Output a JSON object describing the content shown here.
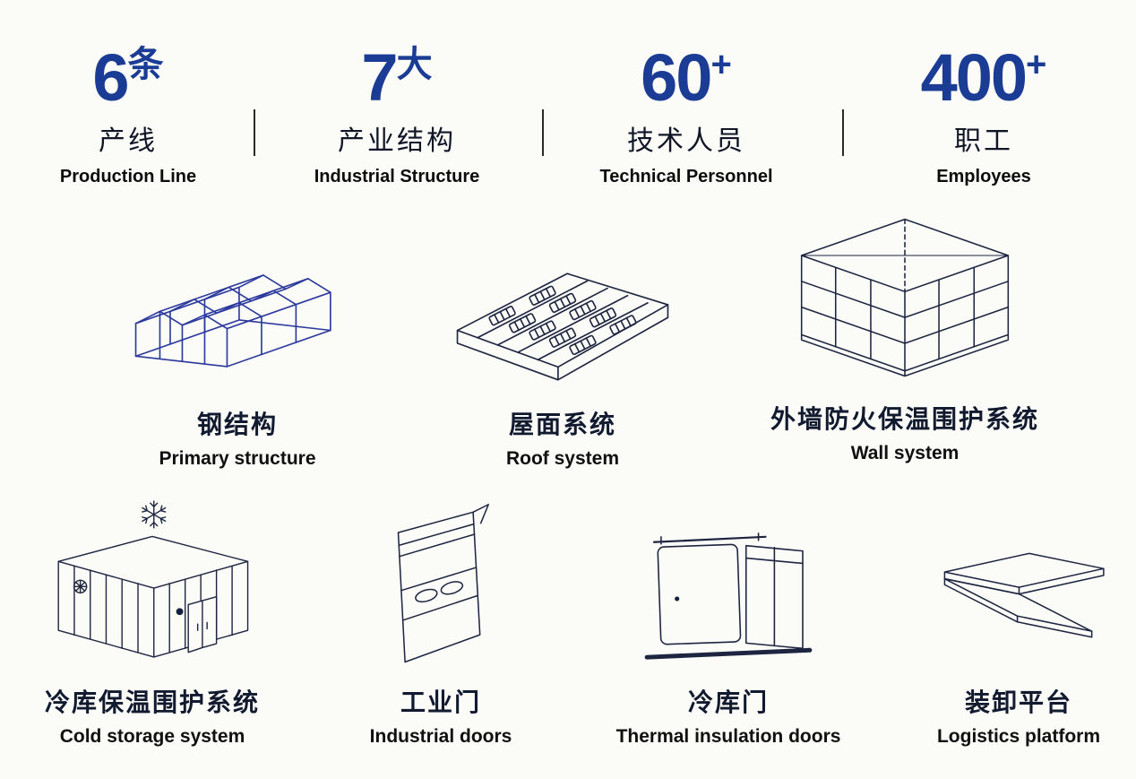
{
  "stats": {
    "number_color": "#1b3c94",
    "label_color": "#101626",
    "items": [
      {
        "number": "6",
        "unit": "条",
        "zh": "产线",
        "en": "Production Line"
      },
      {
        "number": "7",
        "unit": "大",
        "zh": "产业结构",
        "en": "Industrial Structure"
      },
      {
        "number": "60",
        "unit": "+",
        "zh": "技术人员",
        "en": "Technical Personnel"
      },
      {
        "number": "400",
        "unit": "+",
        "zh": "职工",
        "en": "Employees"
      }
    ]
  },
  "products": {
    "line_color": "#1d2540",
    "steel_color": "#2b3a9c",
    "background": "#fbfbf8",
    "row1": [
      {
        "zh": "钢结构",
        "en": "Primary structure",
        "icon": "steel-structure-icon"
      },
      {
        "zh": "屋面系统",
        "en": "Roof system",
        "icon": "roof-system-icon"
      },
      {
        "zh": "外墙防火保温围护系统",
        "en": "Wall system",
        "icon": "wall-system-icon"
      }
    ],
    "row2": [
      {
        "zh": "冷库保温围护系统",
        "en": "Cold storage system",
        "icon": "cold-storage-icon"
      },
      {
        "zh": "工业门",
        "en": "Industrial doors",
        "icon": "industrial-door-icon"
      },
      {
        "zh": "冷库门",
        "en": "Thermal insulation doors",
        "icon": "cold-room-door-icon"
      },
      {
        "zh": "装卸平台",
        "en": "Logistics platform",
        "icon": "dock-leveler-icon"
      }
    ]
  }
}
